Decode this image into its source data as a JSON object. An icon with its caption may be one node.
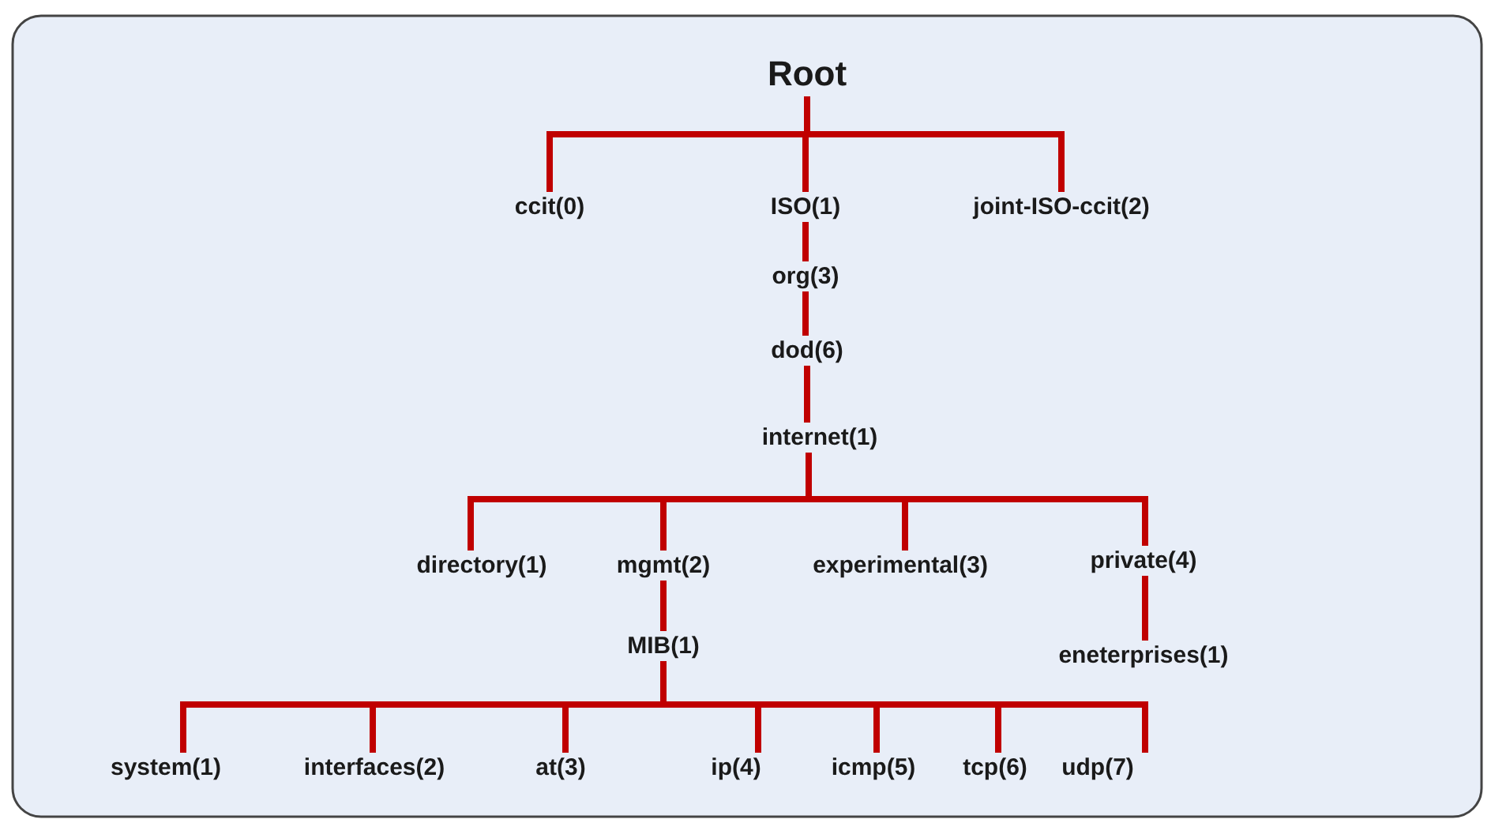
{
  "diagram": {
    "nodes": [
      {
        "text": [
          "Root"
        ]
      },
      {
        "text": [
          "ccit(0)"
        ]
      },
      {
        "text": [
          "ISO(1)"
        ]
      },
      {
        "text": [
          "joint-ISO-ccit(2)"
        ]
      },
      {
        "text": [
          "org(3)"
        ]
      },
      {
        "text": [
          "dod(6)"
        ]
      },
      {
        "text": [
          "internet(1)"
        ]
      },
      {
        "text": [
          "directory(1)"
        ]
      },
      {
        "text": [
          "mgmt(2)"
        ]
      },
      {
        "text": [
          "experimental(3)"
        ]
      },
      {
        "text": [
          "private(4)"
        ]
      },
      {
        "text": [
          "MIB(1)"
        ]
      },
      {
        "text": [
          "eneterprises(1)"
        ]
      },
      {
        "text": [
          "system(1)"
        ]
      },
      {
        "text": [
          "interfaces(2)"
        ]
      },
      {
        "text": [
          "at(3)"
        ]
      },
      {
        "text": [
          "ip(4)"
        ]
      },
      {
        "text": [
          "icmp(5)"
        ]
      },
      {
        "text": [
          "tcp(6)"
        ]
      },
      {
        "text": [
          "udp(7)"
        ]
      }
    ],
    "edges": [
      {
        "from": 0,
        "to": 1,
        "arrow": "none"
      },
      {
        "from": 0,
        "to": 2,
        "arrow": "none"
      },
      {
        "from": 0,
        "to": 3,
        "arrow": "none"
      },
      {
        "from": 2,
        "to": 4,
        "arrow": "none"
      },
      {
        "from": 4,
        "to": 5,
        "arrow": "none"
      },
      {
        "from": 5,
        "to": 6,
        "arrow": "none"
      },
      {
        "from": 6,
        "to": 7,
        "arrow": "none"
      },
      {
        "from": 6,
        "to": 8,
        "arrow": "none"
      },
      {
        "from": 6,
        "to": 9,
        "arrow": "none"
      },
      {
        "from": 6,
        "to": 10,
        "arrow": "none"
      },
      {
        "from": 8,
        "to": 11,
        "arrow": "none"
      },
      {
        "from": 10,
        "to": 12,
        "arrow": "none"
      },
      {
        "from": 11,
        "to": 13,
        "arrow": "none"
      },
      {
        "from": 11,
        "to": 14,
        "arrow": "none"
      },
      {
        "from": 11,
        "to": 15,
        "arrow": "none"
      },
      {
        "from": 11,
        "to": 16,
        "arrow": "none"
      },
      {
        "from": 11,
        "to": 17,
        "arrow": "none"
      },
      {
        "from": 11,
        "to": 18,
        "arrow": "none"
      },
      {
        "from": 11,
        "to": 19,
        "arrow": "none"
      }
    ]
  }
}
